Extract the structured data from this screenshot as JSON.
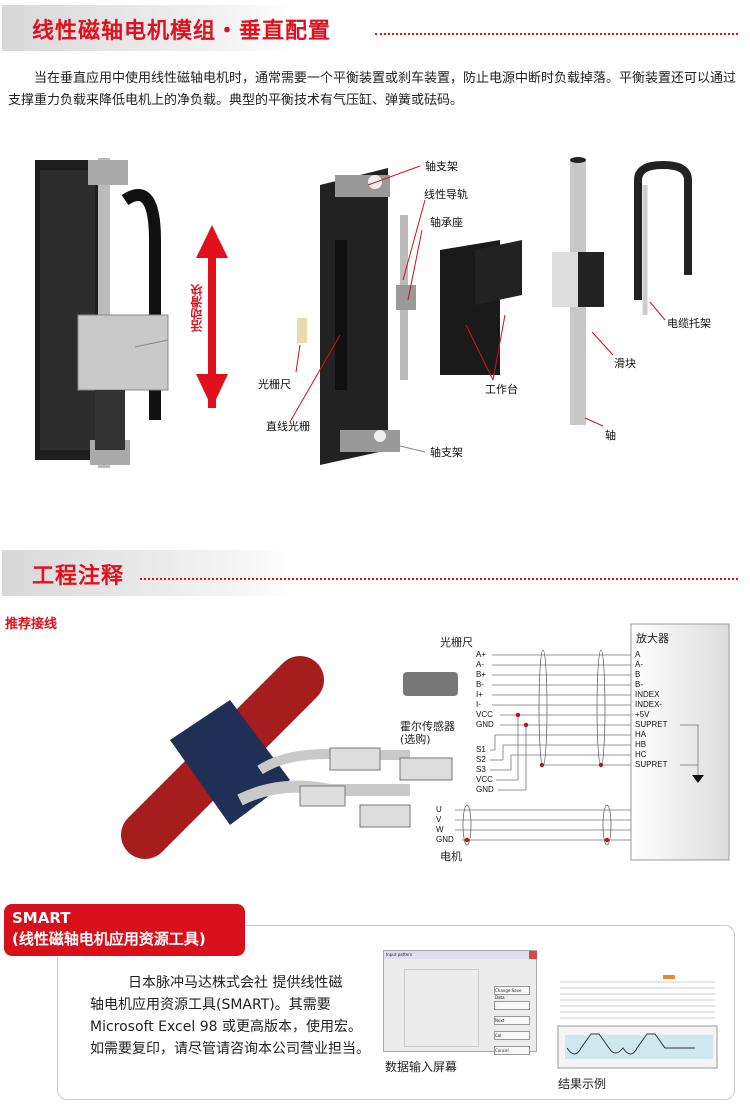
{
  "section1": {
    "title": "线性磁轴电机模组・垂直配置",
    "paragraph": "当在垂直应用中使用线性磁轴电机时，通常需要一个平衡装置或刹车装置，防止电源中断时负载掉落。平衡装置还可以通过支撑重力负载来降低电机上的净负载。典型的平衡技术有气压缸、弹簧或砝码。",
    "moving_label": "活动滑块",
    "parts": {
      "shaft_support_top": "轴支架",
      "linear_guide": "线性导轨",
      "bearing_seat": "轴承座",
      "scale": "光栅尺",
      "linear_encoder": "直线光栅",
      "shaft_support_bottom": "轴支架",
      "table": "工作台",
      "slider": "滑块",
      "shaft": "轴",
      "cable_carrier": "电缆托架"
    }
  },
  "colors": {
    "accent": "#e0101c",
    "smart_tab": "#d8101c",
    "shaft_red": "#a51d1d"
  },
  "section2": {
    "title": "工程注释",
    "subtitle": "推荐接线",
    "wiring": {
      "amplifier": "放大器",
      "encoder": "光栅尺",
      "hall_sensor": "霍尔传感器",
      "hall_optional": "(选购)",
      "motor": "电机",
      "encoder_pins": [
        "A+",
        "A-",
        "B+",
        "B-",
        "I+",
        "I-",
        "VCC",
        "GND"
      ],
      "hall_pins": [
        "S1",
        "S2",
        "S3",
        "VCC",
        "GND"
      ],
      "motor_pins": [
        "U",
        "V",
        "W",
        "GND"
      ],
      "amp_pins": [
        "A",
        "A-",
        "B",
        "B-",
        "INDEX",
        "INDEX-",
        "+5V",
        "SUPRET",
        "HA",
        "HB",
        "HC",
        "SUPRET"
      ]
    }
  },
  "smart": {
    "title": "SMART",
    "subtitle": "(线性磁轴电机应用资源工具)",
    "lines": [
      "日本脉冲马达株式会社 提供线性磁",
      "轴电机应用资源工具(SMART)。其需要",
      "Microsoft Excel 98 或更高版本，使用宏。",
      "如需要复印，请尽管请咨询本公司营业担当。"
    ],
    "input_caption": "数据输入屏幕",
    "result_caption": "结果示例",
    "dialog": {
      "title": "Input pattern",
      "buttons": [
        "Change Save Data",
        "...",
        "Next",
        "Cal",
        "Cancel"
      ]
    }
  }
}
